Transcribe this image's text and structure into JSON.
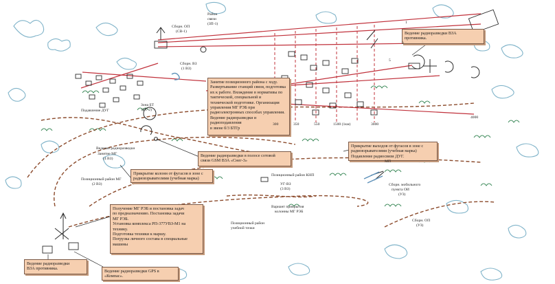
{
  "callouts": {
    "top_right": [
      "Ведение радиоразведки ВЗА",
      "противника."
    ],
    "center": [
      "Занятие позиционного района с ходу.",
      "Развертывание станций связи, подготовка",
      "их к работе. Вхождение в нормативы по",
      "тактической, специальной и",
      "технической подготовке. Организация",
      "управления МГ РЭБ при",
      "радиоэлектронных способах управления.",
      "Ведение радиоразведки и радиоподавления",
      "в звене б/3 БТГр"
    ],
    "middle": [
      "Ведение радиоразведки в полосе сотовой",
      "связи GSM ВЗА «Снег-3»"
    ],
    "right_mid": [
      "Прикрытие выходов от фугасов в зоне с",
      "радиовзрывателями (учебная марка)",
      "Подавление радиосвязи ДУГ."
    ],
    "left_mid": [
      "Прикрытие колонн от фугасов в зоне с",
      "радиовзрывателями (учебная марка)"
    ],
    "bottom_tasks": [
      "Получение МГ РЭБ и постановка задач",
      "по предназначению. Постановка задачи",
      "МГ РЭБ.",
      "Установка комплекса РП-377УВЗ-М1 на",
      "технику.",
      "Подготовка техники к маршу.",
      "Погрузка личного состава в специальные",
      "машины"
    ],
    "bottom_left": [
      "Ведение радиоразведки",
      "ВЗА противника."
    ],
    "bottom_mid": [
      "Ведение радиоразведки GPS в",
      "«Компас»."
    ]
  },
  "labels": {
    "sborn_1": "Сборн. ОП",
    "sborn_2": "(СВ-1)",
    "bvz": "Сборн. ВЗ",
    "perv_bvz": "(1 ВЗ)",
    "podavl": "Подавление ДУГ",
    "zona_bt": "Зона БТ",
    "zona_bt2": "(БТ-2)",
    "r300": "300",
    "r350": "350",
    "r550": "550",
    "r1500": "1500 (1км)",
    "r3000": "3000",
    "r4000": "4000",
    "area_left": "Позиционный район МГ",
    "area_left2": "(2 ВЗ)",
    "station_1": "Позиционный район КНП",
    "station_2": "УГ-ВЗ",
    "station_3": "(3 ВЗ)",
    "east_1": "Сборн. мобильного",
    "east_2": "пункта ОИ",
    "east_3": "(УЗ)",
    "gorod": "Вариант прикрытия",
    "gorod2": "колонны МГ РЭБ",
    "bottom_area_1": "Позиционный район",
    "bottom_area_2": "учебной точки",
    "east_sb": "Сборн. ОП",
    "east_sb2": "(УЗ)",
    "mp": "МП",
    "vd": "5",
    "tz": "3",
    "ts2": "1",
    "far_top_1": "Район",
    "far_top_2": "связи",
    "far_top_3": "(ЗП-1)",
    "place_lbl": "Ведение радиоразведки",
    "ind_a": "Занятие МГ",
    "ind_b": "(4 ВЗ)"
  },
  "colors": {
    "paper": "#ffffff",
    "callout_fill": "#f6cfb0",
    "callout_border": "#7a5a48",
    "callout_shadow": "#c49a7c",
    "route_brown": "#8b4a2b",
    "red_line": "#c0303a",
    "ink": "#2b2b2b",
    "green_scrub": "#3d8a5a",
    "blue_cloud": "#7fb3c9"
  }
}
